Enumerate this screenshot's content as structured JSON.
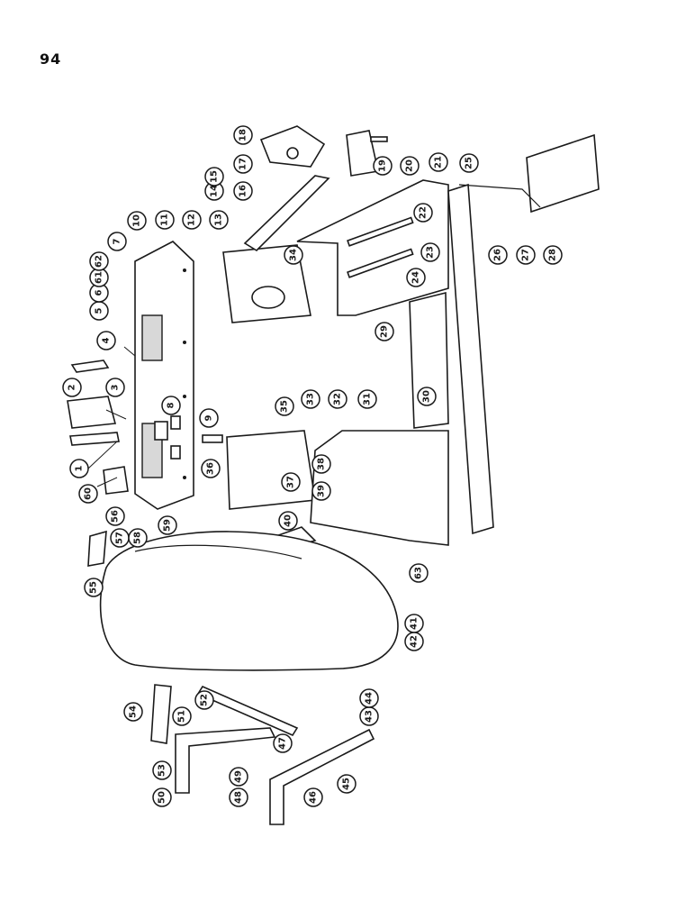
{
  "page": {
    "number": "94"
  },
  "callouts": [
    "1",
    "2",
    "3",
    "4",
    "5",
    "6",
    "61",
    "62",
    "7",
    "10",
    "11",
    "12",
    "13",
    "14",
    "15",
    "16",
    "17",
    "18",
    "19",
    "20",
    "21",
    "22",
    "23",
    "24",
    "25",
    "26",
    "27",
    "28",
    "29",
    "30",
    "31",
    "32",
    "33",
    "34",
    "35",
    "36",
    "37",
    "38",
    "39",
    "40",
    "41",
    "42",
    "43",
    "44",
    "45",
    "46",
    "47",
    "48",
    "49",
    "50",
    "51",
    "52",
    "53",
    "54",
    "55",
    "56",
    "57",
    "58",
    "59",
    "60",
    "63",
    "8",
    "9"
  ]
}
